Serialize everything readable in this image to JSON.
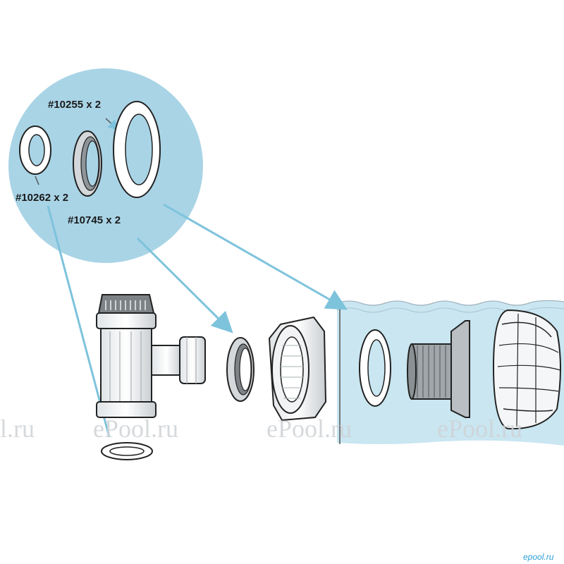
{
  "callout_labels": {
    "part_10255": "#10255 x 2",
    "part_10262": "#10262 x 2",
    "part_10745": "#10745 x 2"
  },
  "watermarks": {
    "w1": "l.ru",
    "w2": "ePool.ru",
    "w3": "ePool.ru",
    "w4": "ePool.ru",
    "corner": "epool.ru"
  },
  "colors": {
    "callout_circle": "#a9d4e6",
    "pool_water": "#c9e6f1",
    "arrow": "#7ec3dc",
    "outline": "#222222"
  }
}
